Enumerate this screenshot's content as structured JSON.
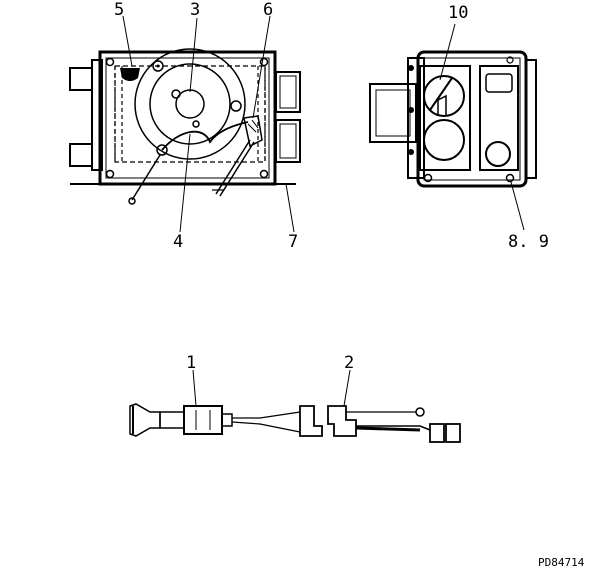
{
  "callouts": {
    "c1": "1",
    "c2": "2",
    "c3": "3",
    "c4": "4",
    "c5": "5",
    "c6": "6",
    "c7": "7",
    "c8": "8. 9",
    "c10": "10"
  },
  "figure_code": "PD84714",
  "colors": {
    "ink": "#000000",
    "paper": "#ffffff"
  }
}
